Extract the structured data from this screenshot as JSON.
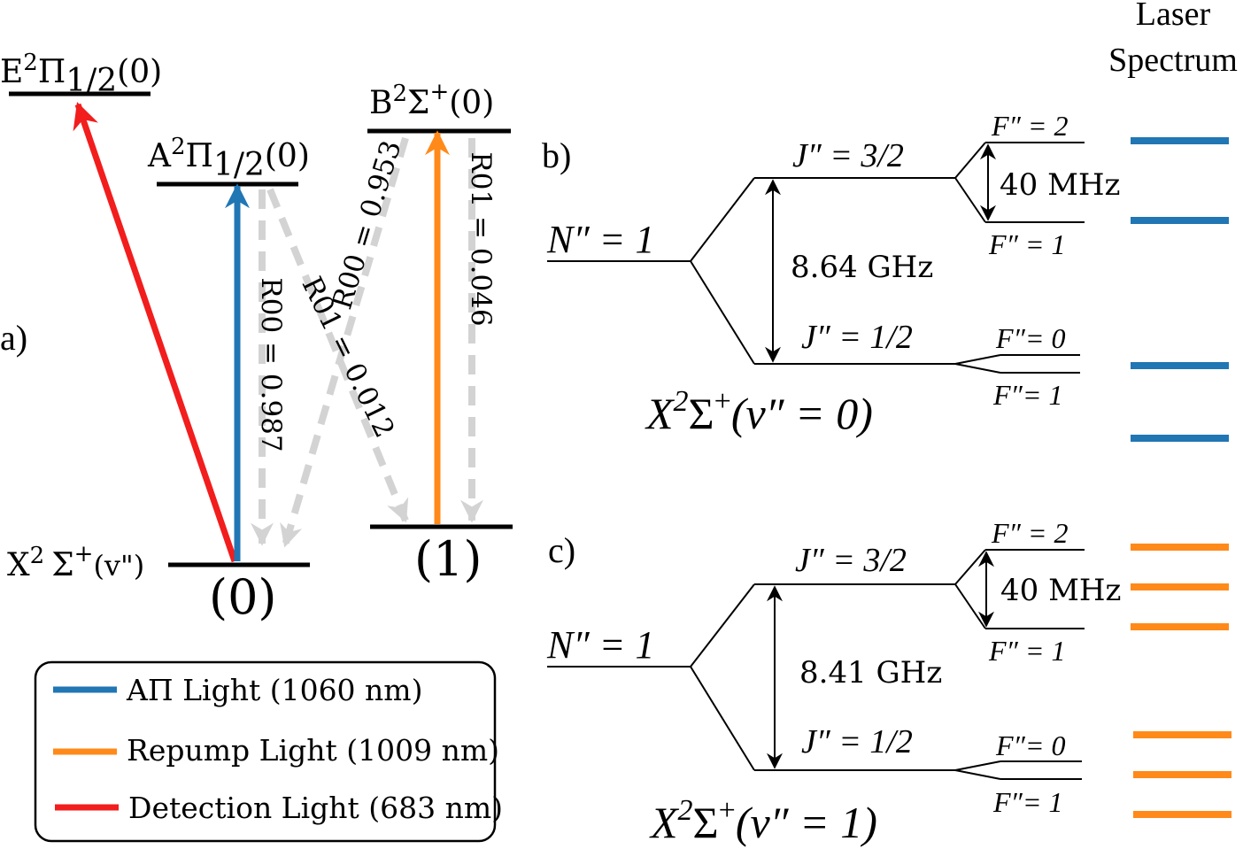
{
  "panel_a": {
    "label": "a)",
    "states": {
      "E": {
        "name": "E",
        "sup": "2",
        "sym": "Π",
        "sub": "1/2",
        "v": "(0)"
      },
      "A": {
        "name": "A",
        "sup": "2",
        "sym": "Π",
        "sub": "1/2",
        "v": "(0)"
      },
      "B": {
        "name": "B",
        "sup": "2",
        "sym": "Σ",
        "sup2": "+",
        "v": "(0)"
      },
      "X": {
        "name": "X",
        "sup": "2",
        "sym": "Σ",
        "sup2": "+",
        "v": "(v\")"
      }
    },
    "vib_labels": {
      "v0": "(0)",
      "v1": "(1)"
    },
    "branching": {
      "r00_a": "R00 = 0.987",
      "r01_a": "R01 = 0.012",
      "r00_b": "R00 = 0.953",
      "r01_b": "R01 = 0.046"
    }
  },
  "legend": {
    "items": [
      {
        "label": "AΠ Light (1060 nm)",
        "color": "#2176b4"
      },
      {
        "label": "Repump Light (1009 nm)",
        "color": "#ff8a1a"
      },
      {
        "label": "Detection Light (683 nm)",
        "color": "#f21d1d"
      }
    ]
  },
  "colors": {
    "blue": "#2176b4",
    "orange": "#ff8a1a",
    "red": "#f21d1d",
    "decay": "#d3d3d3"
  },
  "laser_header": {
    "line1": "Laser",
    "line2": "Spectrum"
  },
  "panel_b": {
    "label": "b)",
    "n_label": "N″ = 1",
    "j_upper": "J″ = 3/2",
    "j_lower": "J″ = 1/2",
    "f_upper_top": "F″ = 2",
    "f_upper_bottom": "F″ = 1",
    "f_lower_top": "F″= 0",
    "f_lower_bottom": "F″= 1",
    "hf_split": "40 MHz",
    "sr_split": "8.64 GHz",
    "state_name": "X",
    "state_sup": "2",
    "state_sym": "Σ",
    "state_sup2": "+",
    "state_v": "(ν″ = 0)"
  },
  "panel_c": {
    "label": "c)",
    "n_label": "N″ = 1",
    "j_upper": "J″ = 3/2",
    "j_lower": "J″ = 1/2",
    "f_upper_top": "F″ = 2",
    "f_upper_bottom": "F″ = 1",
    "f_lower_top": "F″= 0",
    "f_lower_bottom": "F″= 1",
    "hf_split": "40 MHz",
    "sr_split": "8.41 GHz",
    "state_name": "X",
    "state_sup": "2",
    "state_sym": "Σ",
    "state_sup2": "+",
    "state_v": "(ν″ = 1)"
  }
}
